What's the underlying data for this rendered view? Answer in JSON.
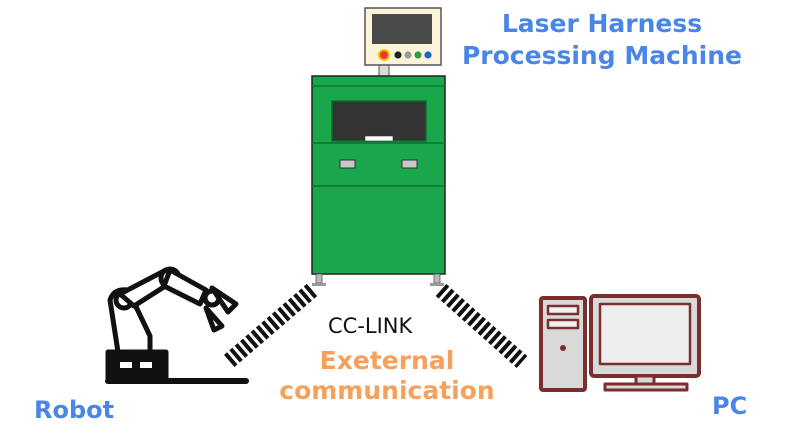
{
  "labels": {
    "machine_title_line1": "Laser Harness",
    "machine_title_line2": "Processing Machine",
    "robot": "Robot",
    "pc": "PC",
    "link": "CC-LINK",
    "external_line1": "Exeternal",
    "external_line2": "communication"
  },
  "colors": {
    "label_blue": "#4a86e8",
    "label_orange": "#f6a15b",
    "machine_green": "#1aa64a",
    "pc_maroon": "#7a2e2e"
  },
  "icons": {
    "machine": "laser-machine-icon",
    "robot": "robot-arm-icon",
    "pc": "desktop-pc-icon",
    "cable": "cable-link-icon"
  }
}
